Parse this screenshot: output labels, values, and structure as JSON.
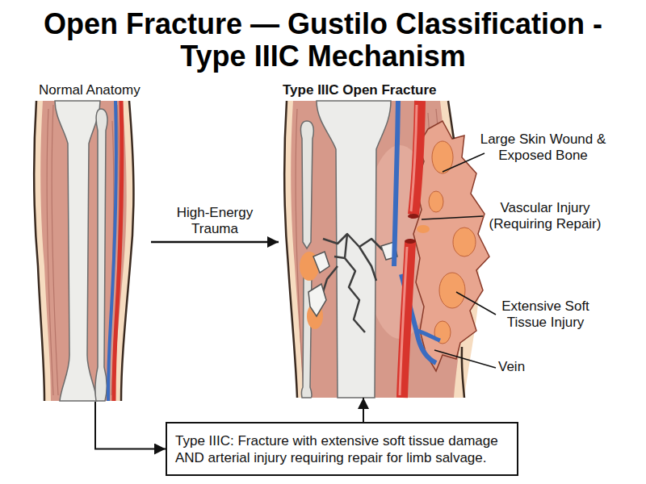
{
  "diagram": {
    "title": "Open Fracture — Gustilo Classification - Type IIIC Mechanism",
    "nodes": [
      {
        "text": [
          "Normal Anatomy"
        ]
      },
      {
        "text": [
          "Type IIIC Open Fracture"
        ]
      },
      {
        "text": [
          "Type IIIC: Fracture with extensive soft tissue damage AND arterial injury requiring repair for limb salvage."
        ]
      }
    ],
    "edges": [
      {
        "from": 0,
        "to": 1,
        "label": "High-Energy Trauma",
        "arrow": "to"
      },
      {
        "from": 0,
        "to": 2,
        "arrow": "to"
      },
      {
        "from": 2,
        "to": 1,
        "arrow": "to"
      }
    ],
    "labels": [
      "Large Skin Wound & Exposed Bone",
      "Vascular Injury (Requiring Repair)",
      "Extensive Soft Tissue Injury",
      "Vein"
    ]
  }
}
